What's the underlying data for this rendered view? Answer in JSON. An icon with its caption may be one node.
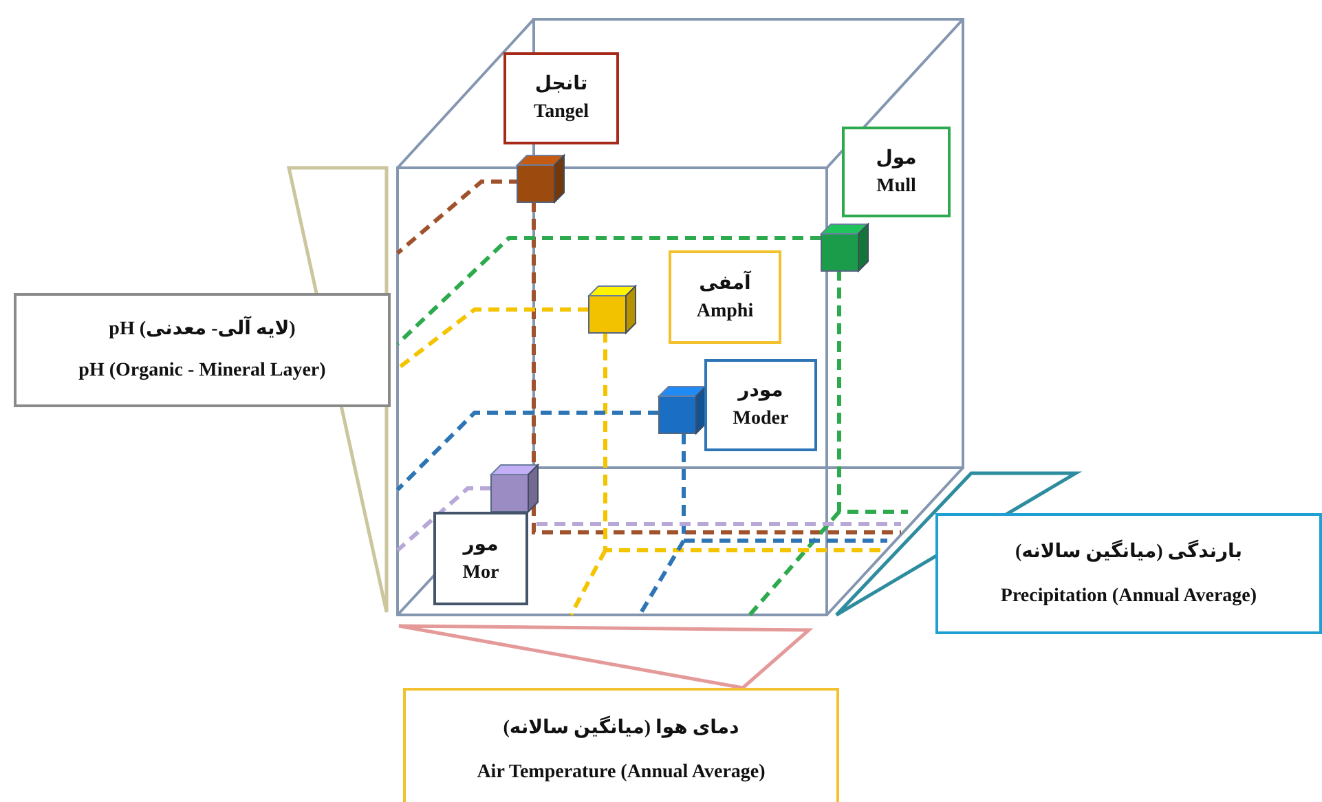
{
  "diagram": {
    "nodes": [
      {
        "text": [
          "تانجل",
          "Tangel"
        ]
      },
      {
        "text": [
          "مول",
          "Mull"
        ]
      },
      {
        "text": [
          "آمفی",
          "Amphi"
        ]
      },
      {
        "text": [
          "مودر",
          "Moder"
        ]
      },
      {
        "text": [
          "مور",
          "Mor"
        ]
      },
      {
        "text": [
          "pH (لایه آلی- معدنی)",
          "pH (Organic - Mineral Layer)"
        ]
      },
      {
        "text": [
          "بارندگی (میانگین سالانه)",
          "Precipitation (Annual Average)"
        ]
      },
      {
        "text": [
          "دمای هوا (میانگین سالانه)",
          "Air Temperature (Annual Average)"
        ]
      }
    ]
  }
}
